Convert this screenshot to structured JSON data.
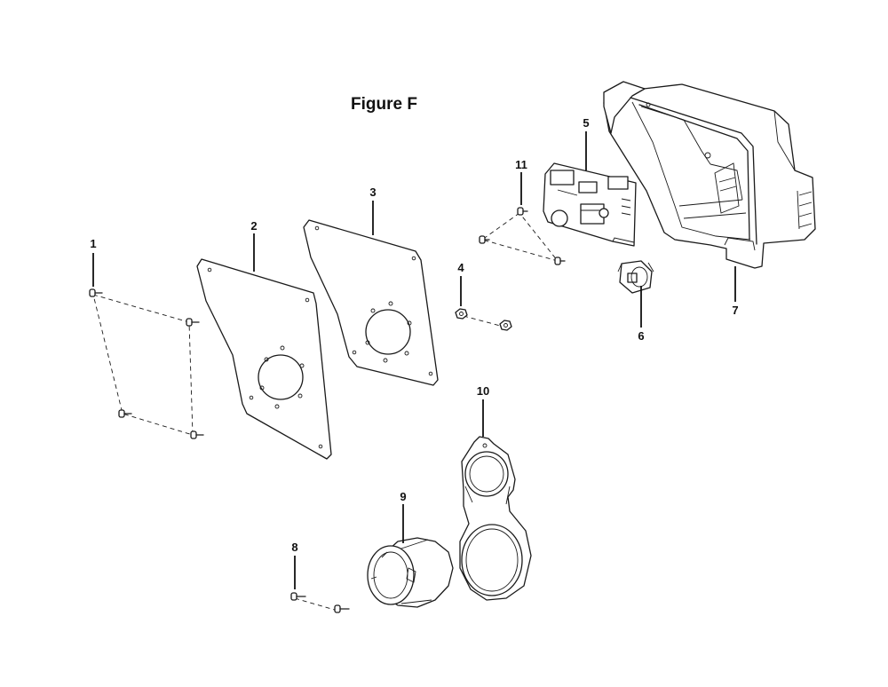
{
  "title": "Figure F",
  "callouts": {
    "c1": "1",
    "c2": "2",
    "c3": "3",
    "c4": "4",
    "c5": "5",
    "c6": "6",
    "c7": "7",
    "c8": "8",
    "c9": "9",
    "c10": "10",
    "c11": "11"
  }
}
